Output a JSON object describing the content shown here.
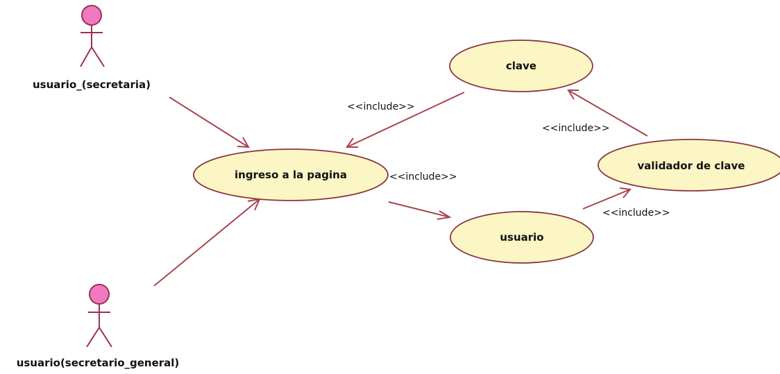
{
  "actors": {
    "secretaria": {
      "label": "usuario_(secretaria)"
    },
    "secretario_general": {
      "label": "usuario(secretario_general)"
    }
  },
  "use_cases": {
    "ingreso": {
      "label": "ingreso a la pagina"
    },
    "clave": {
      "label": "clave"
    },
    "validador": {
      "label": "validador de clave"
    },
    "usuario": {
      "label": "usuario"
    }
  },
  "relationships": {
    "clave_to_ingreso": {
      "stereotype": "<<include>>"
    },
    "ingreso_to_usuario": {
      "stereotype": "<<include>>"
    },
    "validador_to_clave": {
      "stereotype": "<<include>>"
    },
    "usuario_to_validador": {
      "stereotype": "<<include>>"
    }
  },
  "colors": {
    "actor_head": "#f07ac0",
    "usecase_fill": "#fbf6c4",
    "line": "#a8434c"
  }
}
